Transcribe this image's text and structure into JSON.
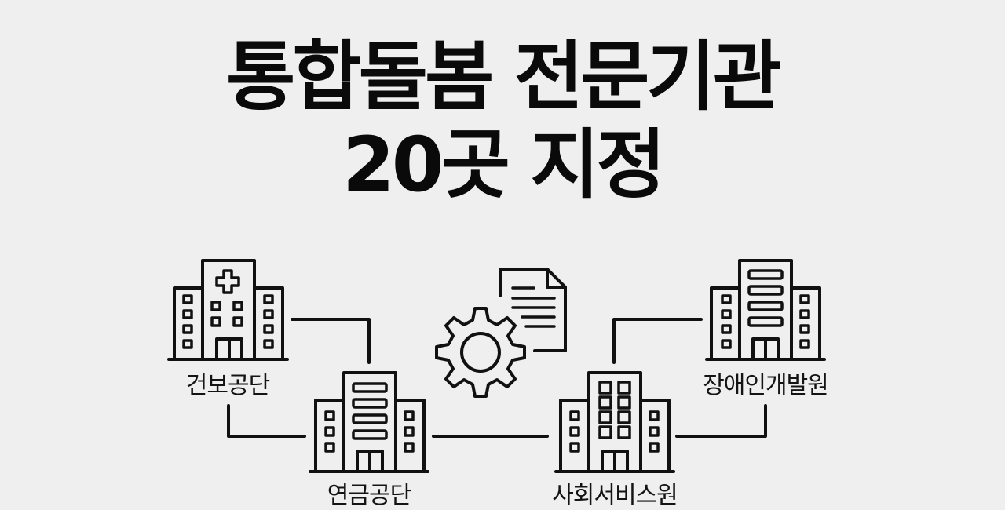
{
  "title": {
    "line1": "통합돌봄 전문기관",
    "line2": "20곳 지정"
  },
  "colors": {
    "background": "#efefef",
    "ink": "#111111"
  },
  "center_icon": {
    "gear": "gear-icon",
    "document": "document-icon"
  },
  "organizations": [
    {
      "label": "건보공단",
      "icon": "hospital-building-icon"
    },
    {
      "label": "연금공단",
      "icon": "office-building-icon"
    },
    {
      "label": "사회서비스원",
      "icon": "office-building-icon"
    },
    {
      "label": "장애인개발원",
      "icon": "office-building-icon"
    }
  ]
}
